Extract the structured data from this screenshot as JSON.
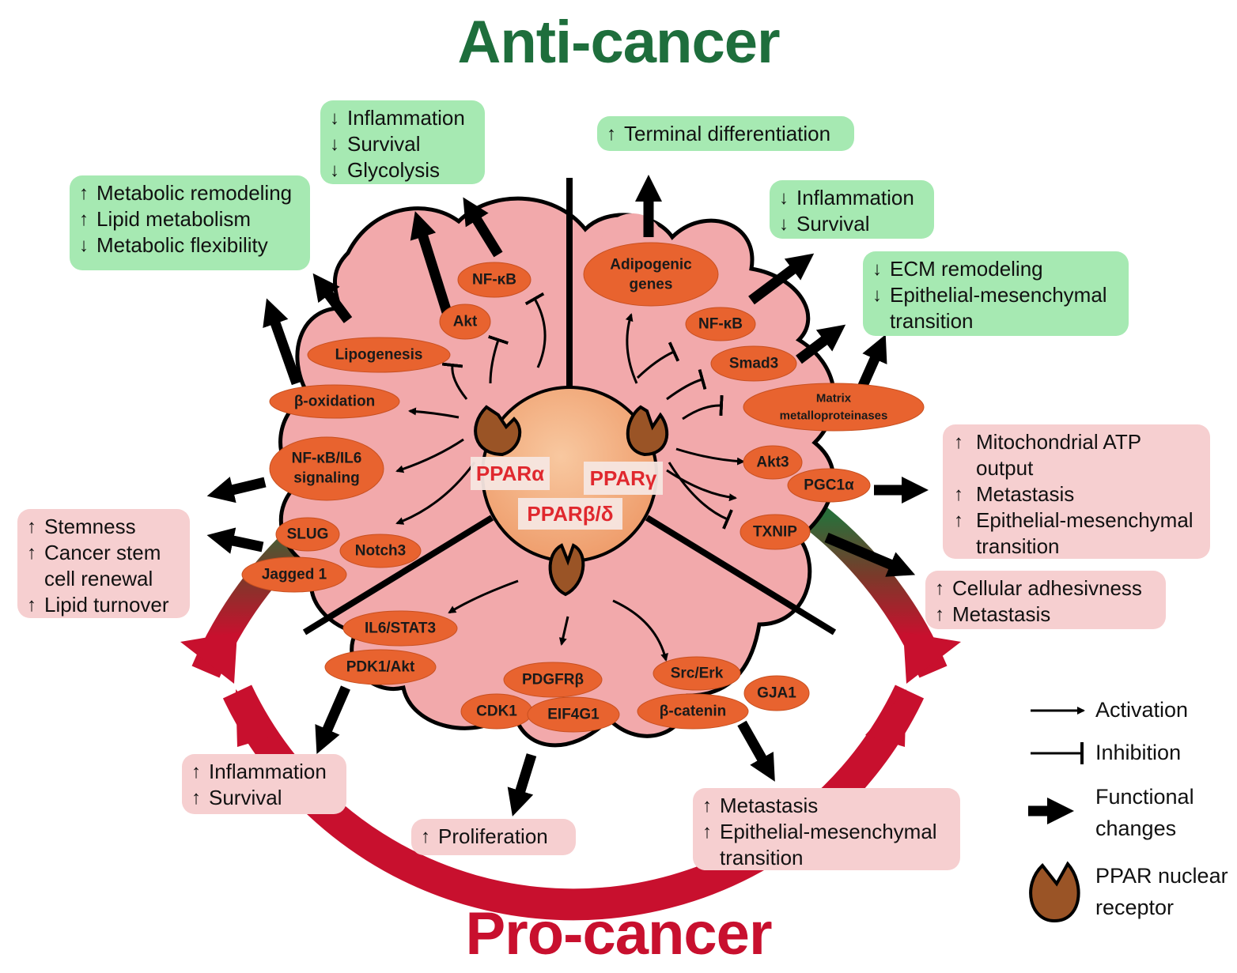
{
  "titles": {
    "top": "Anti-cancer",
    "bottom": "Pro-cancer"
  },
  "colors": {
    "anti": "#1e6e3c",
    "pro": "#c8102e",
    "green_box": "#a6e9b2",
    "red_box": "#f6cfd0",
    "node": "#e8632f",
    "cell": "#f3a6a8",
    "nucleus": "#f0a070",
    "receptor": "#9a5426"
  },
  "receptors": {
    "alpha": "PPARα",
    "gamma": "PPARγ",
    "beta": "PPARβ/δ"
  },
  "nodes": {
    "nfkb_a": "NF-κB",
    "akt": "Akt",
    "lipogenesis": "Lipogenesis",
    "boxidation": "β-oxidation",
    "nfkb_il6_1": "NF-κB/IL6",
    "nfkb_il6_2": "signaling",
    "slug": "SLUG",
    "notch3": "Notch3",
    "jagged1": "Jagged 1",
    "adipogenic_1": "Adipogenic",
    "adipogenic_2": "genes",
    "nfkb_g": "NF-κB",
    "smad3": "Smad3",
    "mmp_1": "Matrix",
    "mmp_2": "metalloproteinases",
    "akt3": "Akt3",
    "pgc1a": "PGC1α",
    "txnip": "TXNIP",
    "il6stat3": "IL6/STAT3",
    "pdk1akt": "PDK1/Akt",
    "pdgfrb": "PDGFRβ",
    "cdk1": "CDK1",
    "eif4g1": "EIF4G1",
    "srcerk": "Src/Erk",
    "gja1": "GJA1",
    "bcatenin": "β-catenin"
  },
  "boxes": {
    "metabolic": [
      [
        "↑",
        "Metabolic remodeling"
      ],
      [
        "↑",
        "Lipid metabolism"
      ],
      [
        "↓",
        "Metabolic flexibility"
      ]
    ],
    "inflam_alpha": [
      [
        "↓",
        "Inflammation"
      ],
      [
        "↓",
        "Survival"
      ],
      [
        "↓",
        "Glycolysis"
      ]
    ],
    "terminal": [
      [
        "↑",
        "Terminal differentiation"
      ]
    ],
    "inflam_gamma": [
      [
        "↓",
        "Inflammation"
      ],
      [
        "↓",
        "Survival"
      ]
    ],
    "ecm": [
      [
        "↓",
        "ECM remodeling"
      ],
      [
        "↓",
        "Epithelial-mesenchymal"
      ],
      [
        "",
        "transition"
      ]
    ],
    "mito": [
      [
        "↑",
        "Mitochondrial ATP"
      ],
      [
        "",
        "output"
      ],
      [
        "↑",
        "Metastasis"
      ],
      [
        "↑",
        "Epithelial-mesenchymal"
      ],
      [
        "",
        "transition"
      ]
    ],
    "adhesive": [
      [
        "↑",
        "Cellular adhesivness"
      ],
      [
        "↑",
        "Metastasis"
      ]
    ],
    "metastasis_emt": [
      [
        "↑",
        "Metastasis"
      ],
      [
        "↑",
        "Epithelial-mesenchymal"
      ],
      [
        "",
        "transition"
      ]
    ],
    "proliferation": [
      [
        "↑",
        "Proliferation"
      ]
    ],
    "inflam_pro": [
      [
        "↑",
        "Inflammation"
      ],
      [
        "↑",
        "Survival"
      ]
    ],
    "stemness": [
      [
        "↑",
        "Stemness"
      ],
      [
        "↑",
        "Cancer stem"
      ],
      [
        "",
        "cell renewal"
      ],
      [
        "↑",
        "Lipid turnover"
      ]
    ]
  },
  "legend": {
    "activation": "Activation",
    "inhibition": "Inhibition",
    "functional_1": "Functional",
    "functional_2": "changes",
    "receptor_1": "PPAR nuclear",
    "receptor_2": "receptor"
  }
}
